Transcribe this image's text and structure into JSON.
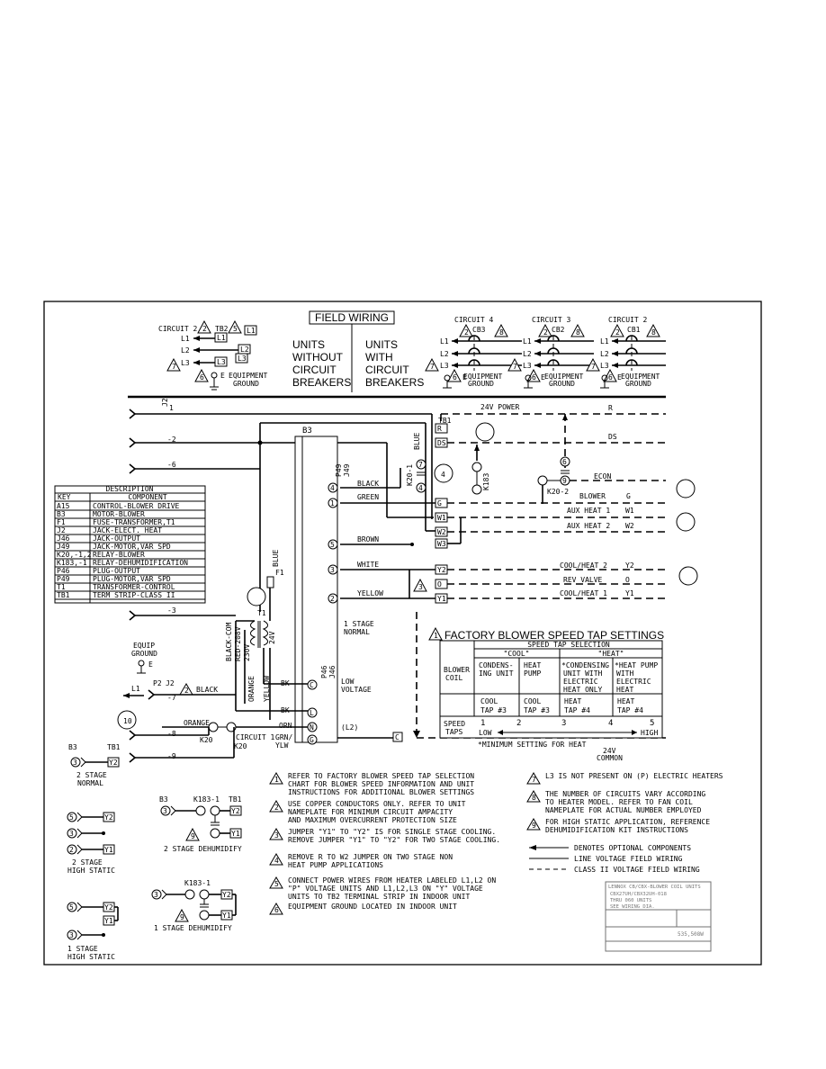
{
  "field_wiring": {
    "title": "FIELD WIRING",
    "without_1": "UNITS",
    "without_2": "WITHOUT",
    "without_3": "CIRCUIT",
    "without_4": "BREAKERS",
    "with_1": "UNITS",
    "with_2": "WITH",
    "with_3": "CIRCUIT",
    "with_4": "BREAKERS"
  },
  "supply_left": {
    "circuit": "CIRCUIT 2",
    "tb": "TB2",
    "n2": "2",
    "n5": "5",
    "n7": "7",
    "n6": "6",
    "l1": "L1",
    "l2": "L2",
    "l3": "L3",
    "gnd_letter": "E",
    "gnd_1": "EQUIPMENT",
    "gnd_2": "GROUND"
  },
  "supply_cb": [
    {
      "circuit": "CIRCUIT 4",
      "cb": "CB3",
      "n2": "2",
      "n8": "8",
      "n7": "7",
      "n6": "6"
    },
    {
      "circuit": "CIRCUIT 3",
      "cb": "CB2",
      "n2": "2",
      "n8": "8",
      "n7": "7",
      "n6": "6"
    },
    {
      "circuit": "CIRCUIT 2",
      "cb": "CB1",
      "n2": "2",
      "n8": "8",
      "n7": "7",
      "n6": "6"
    }
  ],
  "cb_common": {
    "l1": "L1",
    "l2": "L2",
    "l3": "L3",
    "gnd_letter": "E",
    "gnd_1": "EQUIPMENT",
    "gnd_2": "GROUND"
  },
  "legend": {
    "title": "DESCRIPTION",
    "col_key": "KEY",
    "col_component": "COMPONENT",
    "rows": [
      {
        "key": "A15",
        "component": "CONTROL-BLOWER DRIVE"
      },
      {
        "key": "B3",
        "component": "MOTOR-BLOWER"
      },
      {
        "key": "F1",
        "component": "FUSE-TRANSFORMER,T1"
      },
      {
        "key": "J2",
        "component": "JACK-ELECT. HEAT"
      },
      {
        "key": "J46",
        "component": "JACK-OUTPUT"
      },
      {
        "key": "J49",
        "component": "JACK-MOTOR,VAR SPD"
      },
      {
        "key": "K20,-1,2",
        "component": "RELAY-BLOWER"
      },
      {
        "key": "K183,-1",
        "component": "RELAY-DEHUMIDIFICATION"
      },
      {
        "key": "P46",
        "component": "PLUG-OUTPUT"
      },
      {
        "key": "P49",
        "component": "PLUG-MOTOR,VAR SPD"
      },
      {
        "key": "T1",
        "component": "TRANSFORMER-CONTROL"
      },
      {
        "key": "TB1",
        "component": "TERM STRIP-CLASS II"
      }
    ]
  },
  "schematic": {
    "j2": "J2",
    "one": "1",
    "minus2": "-2",
    "minus6": "-6",
    "minus3": "-3",
    "minus8": "-8",
    "minus9": "-9",
    "minus7": "-7",
    "b3": "B3",
    "p49": "P49",
    "j49": "J49",
    "p46": "P46",
    "j46": "J46",
    "pin4": "4",
    "pin1": "1",
    "pin5": "5",
    "pin3": "3",
    "pin2": "2",
    "black": "BLACK",
    "green": "GREEN",
    "brown": "BROWN",
    "white": "WHITE",
    "yellow": "YELLOW",
    "blue": "BLUE",
    "blue2": "BLUE",
    "f1": "F1",
    "t1": "T1",
    "black_com": "BLACK-COM",
    "red_208": "RED-208V",
    "v230": "230V",
    "v24": "24V",
    "orange": "ORANGE",
    "orange2": "ORANGE",
    "yellow_v": "YELLOW",
    "stage1_a": "1 STAGE",
    "stage1_b": "NORMAL",
    "bk": "BK",
    "bk2": "BK",
    "orn": "ORN",
    "grn": "GRN/",
    "ylw": "YLW",
    "c": "C",
    "l": "L",
    "n": "N",
    "g": "G",
    "l2": "(L2)",
    "low": "LOW",
    "voltage": "VOLTAGE",
    "equip1": "EQUIP",
    "equip2": "GROUND",
    "e": "E",
    "l1": "L1",
    "p2": "P2",
    "j2b": "J2",
    "n2": "2",
    "blk2": "BLACK",
    "k20": "K20",
    "k20b": "K20",
    "circuit1": "CIRCUIT 1",
    "n10": "10",
    "k20_1": "K20-1",
    "k20_2": "K20-2",
    "k183": "K183",
    "c7": "7",
    "c6": "6",
    "c9": "9",
    "c4": "4",
    "c4b": "4",
    "c1": "1"
  },
  "tb1": {
    "label": "TB1",
    "power": "24V POWER",
    "terms": [
      "R",
      "DS",
      "G",
      "W1",
      "W2",
      "W3",
      "Y2",
      "O",
      "Y1"
    ],
    "r": "R",
    "ds": "DS",
    "econ": "ECON",
    "blower": "BLOWER",
    "g": "G",
    "aux1": "AUX HEAT 1",
    "w1": "W1",
    "aux2": "AUX HEAT 2",
    "w2": "W2",
    "cool2": "COOL/HEAT 2",
    "y2": "Y2",
    "rev": "REV VALVE",
    "o": "O",
    "cool1": "COOL/HEAT 1",
    "y1": "Y1",
    "c": "C",
    "common_1": "24V",
    "common_2": "COMMON"
  },
  "speed": {
    "title": "FACTORY BLOWER SPEED TAP SETTINGS",
    "n1": "1",
    "sel": "SPEED TAP SELECTION",
    "cool": "\"COOL\"",
    "heat": "\"HEAT\"",
    "coil_1": "BLOWER",
    "coil_2": "COIL",
    "h1_1": "CONDENS-",
    "h1_2": "ING UNIT",
    "h2_1": "HEAT",
    "h2_2": "PUMP",
    "h3_1": "*CONDENSING",
    "h3_2": "UNIT WITH",
    "h3_3": "ELECTRIC",
    "h3_4": "HEAT ONLY",
    "h4_1": "*HEAT PUMP",
    "h4_2": "WITH",
    "h4_3": "ELECTRIC",
    "h4_4": "HEAT",
    "v1_1": "COOL",
    "v1_2": "TAP #3",
    "v2_1": "COOL",
    "v2_2": "TAP #3",
    "v3_1": "HEAT",
    "v3_2": "TAP #4",
    "v4_1": "HEAT",
    "v4_2": "TAP #4",
    "taps_1": "SPEED",
    "taps_2": "TAPS",
    "s1": "1",
    "s2": "2",
    "s3": "3",
    "s4": "4",
    "s5": "5",
    "low": "LOW",
    "high": "HIGH",
    "note": "*MINIMUM SETTING FOR HEAT"
  },
  "notes_left": [
    {
      "n": "1",
      "a": "REFER TO FACTORY BLOWER SPEED TAP SELECTION",
      "b": "CHART FOR BLOWER SPEED INFORMATION AND UNIT",
      "c": "INSTRUCTIONS FOR ADDITIONAL BLOWER SETTINGS"
    },
    {
      "n": "2",
      "a": "USE COPPER CONDUCTORS ONLY. REFER TO UNIT",
      "b": "NAMEPLATE FOR MINIMUM CIRCUIT AMPACITY",
      "c": "AND MAXIMUM OVERCURRENT PROTECTION SIZE"
    },
    {
      "n": "3",
      "a": "JUMPER \"Y1\" TO \"Y2\" IS FOR SINGLE STAGE COOLING.",
      "b": "REMOVE JUMPER \"Y1\" TO \"Y2\" FOR TWO STAGE COOLING.",
      "c": ""
    },
    {
      "n": "4",
      "a": "REMOVE R TO W2 JUMPER ON TWO STAGE NON",
      "b": "HEAT PUMP APPLICATIONS",
      "c": ""
    },
    {
      "n": "5",
      "a": "CONNECT POWER WIRES FROM HEATER LABELED L1,L2 ON",
      "b": "\"P\" VOLTAGE UNITS AND L1,L2,L3 ON \"Y\" VOLTAGE",
      "c": "UNITS TO TB2 TERMINAL STRIP IN INDOOR UNIT"
    },
    {
      "n": "6",
      "a": "EQUIPMENT GROUND LOCATED IN INDOOR UNIT",
      "b": "",
      "c": ""
    }
  ],
  "notes_right": [
    {
      "n": "7",
      "a": "L3 IS NOT PRESENT ON (P) ELECTRIC HEATERS",
      "b": "",
      "c": ""
    },
    {
      "n": "8",
      "a": "THE NUMBER OF CIRCUITS VARY ACCORDING",
      "b": "TO HEATER MODEL. REFER TO FAN COIL",
      "c": "NAMEPLATE FOR ACTUAL NUMBER EMPLOYED"
    },
    {
      "n": "9",
      "a": "FOR HIGH STATIC APPLICATION, REFERENCE",
      "b": "DEHUMIDIFICATION KIT INSTRUCTIONS",
      "c": ""
    }
  ],
  "line_legend": {
    "optional": "DENOTES OPTIONAL COMPONENTS",
    "line": "LINE VOLTAGE FIELD WIRING",
    "class2": "CLASS II VOLTAGE FIELD WIRING"
  },
  "variants": {
    "a_b3": "B3",
    "a_tb1": "TB1",
    "a_n3": "3",
    "a_y2": "Y2",
    "a_1": "2 STAGE",
    "a_2": "NORMAL",
    "b_n5": "5",
    "b_n3": "3",
    "b_n2": "2",
    "b_y2": "Y2",
    "b_y1": "Y1",
    "b_1": "2 STAGE",
    "b_2": "HIGH STATIC",
    "c_b3": "B3",
    "c_k": "K183-1",
    "c_tb1": "TB1",
    "c_n3": "3",
    "c_n9": "9",
    "c_y2": "Y2",
    "c_y1": "Y1",
    "c_1": "2 STAGE DEHUMIDIFY",
    "d_k": "K183-1",
    "d_n3": "3",
    "d_n9": "9",
    "d_y2": "Y2",
    "d_y1": "Y1",
    "d_1": "1 STAGE DEHUMIDIFY",
    "e_n5": "5",
    "e_n3": "3",
    "e_y2": "Y2",
    "e_y1": "Y1",
    "e_1": "1 STAGE",
    "e_2": "HIGH STATIC"
  },
  "title_block": {
    "line1": "LENNOX  CB/CBX-BLOWER COIL UNITS",
    "line2": "CBX27UH/CBX32UH-018",
    "line3": "THRU 060 UNITS",
    "line4": "SEE WIRING DIA.",
    "number": "535,508W"
  }
}
